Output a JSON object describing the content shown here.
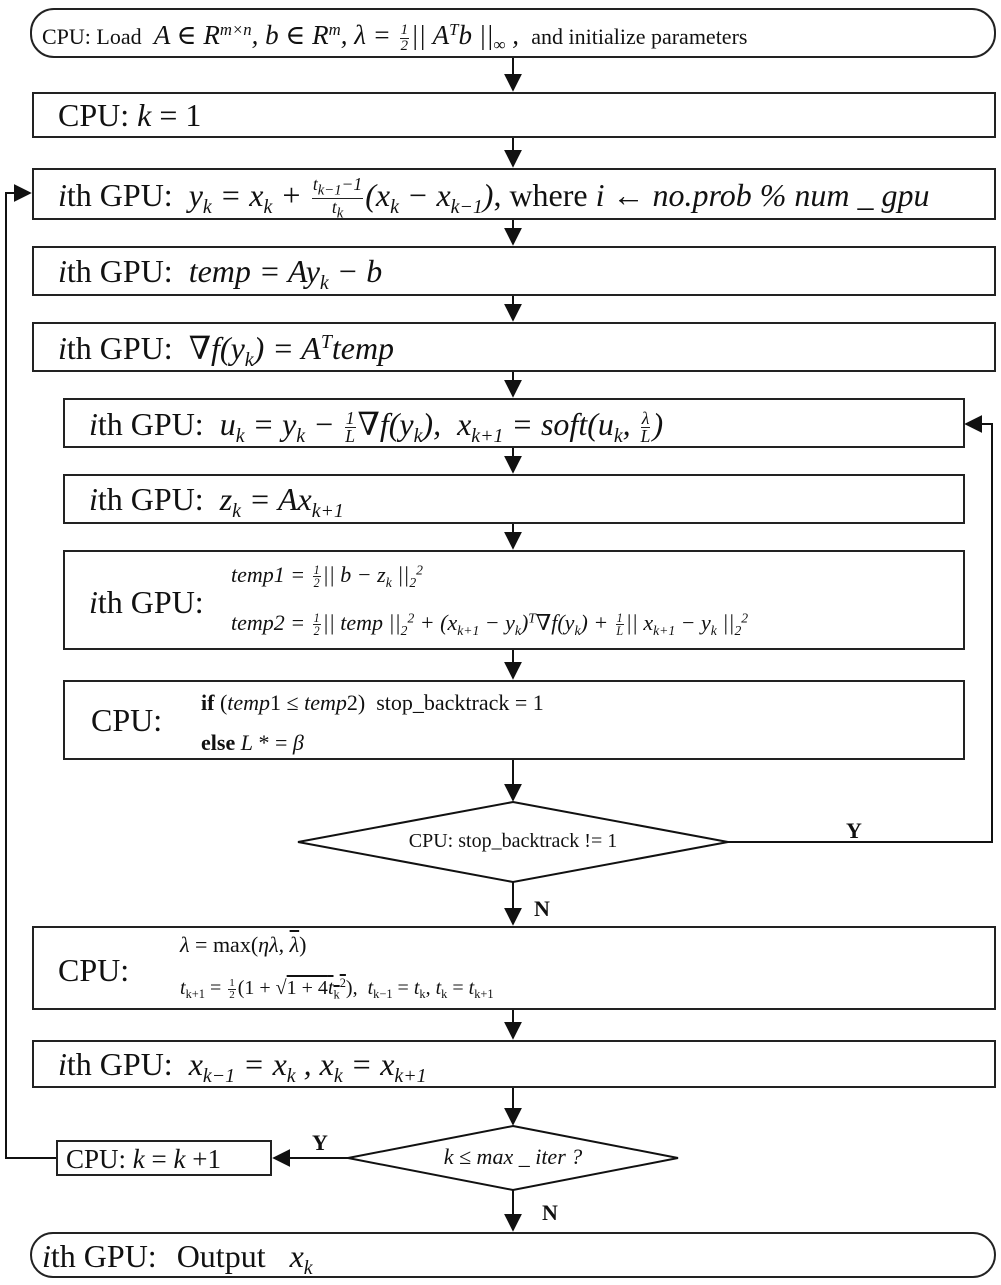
{
  "nodes": {
    "start": {
      "prefix": "CPU: Load",
      "math": "A ∈ R^{m×n}, b ∈ R^m, λ = ½ || A^T b ||_∞ ,",
      "suffix": "and initialize parameters"
    },
    "init_k": {
      "text": "CPU: k = 1"
    },
    "gpu_y": {
      "unit": "ith GPU:",
      "math": "y_k = x_k + (t_{k−1}−1)/t_k (x_k − x_{k−1})",
      "mid": ", where",
      "tail": "i ← no.prob % num _ gpu"
    },
    "gpu_temp": {
      "unit": "ith GPU:",
      "math": "temp = Ay_k − b"
    },
    "gpu_grad": {
      "unit": "ith GPU:",
      "math": "∇f(y_k) = A^T temp"
    },
    "gpu_u": {
      "unit": "ith GPU:",
      "math": "u_k = y_k − (1/L)∇f(y_k),  x_{k+1} = soft(u_k, λ/L)"
    },
    "gpu_z": {
      "unit": "ith GPU:",
      "math": "z_k = Ax_{k+1}"
    },
    "gpu_temps": {
      "unit": "ith GPU:",
      "line1": "temp1 = ½ || b − z_k ||_2^2",
      "line2": "temp2 = ½ || temp ||_2^2 + (x_{k+1} − y_k)^T ∇f(y_k) + (1/L) || x_{k+1} − y_k ||_2^2"
    },
    "cpu_check": {
      "unit": "CPU:",
      "line1": "if (temp1 ≤ temp2)  stop_backtrack = 1",
      "line2": "else L * = β"
    },
    "decision_backtrack": {
      "text": "CPU: stop_backtrack != 1"
    },
    "cpu_update": {
      "unit": "CPU:",
      "line1": "λ = max(ηλ, λ̄)",
      "line2": "t_{k+1} = ½(1 + √(1 + 4t_k^2)),  t_{k−1} = t_k, t_k = t_{k+1}"
    },
    "gpu_shift": {
      "unit": "ith GPU:",
      "math": "x_{k−1} = x_k , x_k = x_{k+1}"
    },
    "decision_iter": {
      "text": "k ≤ max _ iter ?"
    },
    "cpu_inc": {
      "text": "CPU: k = k +1"
    },
    "end": {
      "unit": "ith GPU:",
      "text": "Output",
      "math": "x_k"
    }
  },
  "edges": {
    "backtrack_yes": "Y",
    "backtrack_no": "N",
    "iter_yes": "Y",
    "iter_no": "N"
  }
}
